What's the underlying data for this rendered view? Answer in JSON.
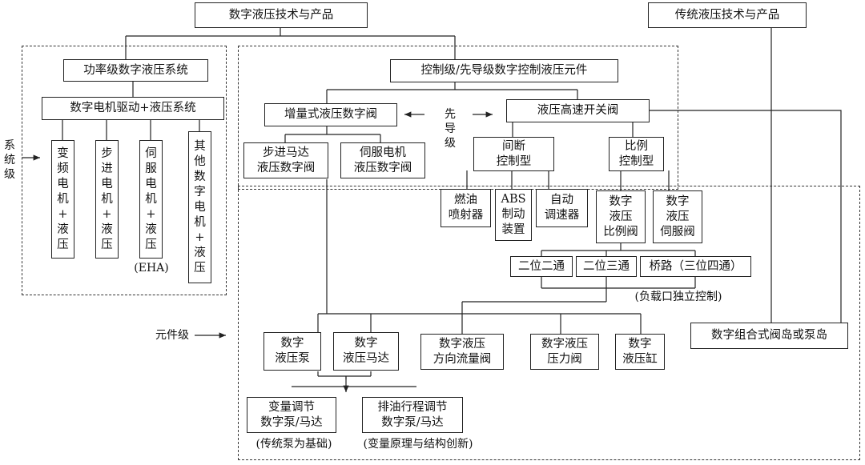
{
  "nodes": {
    "digital_tech": "数字液压技术与产品",
    "traditional_tech": "传统液压技术与产品",
    "power_system": "功率级数字液压系统",
    "motor_drive": "数字电机驱动+液压系统",
    "vfd_motor": "变\n频\n电\n机\n+\n液\n压",
    "stepper_motor": "步\n进\n电\n机\n+\n液\n压",
    "servo_motor": "伺\n服\n电\n机\n+\n液\n压",
    "other_motor": "其\n他\n数\n字\n电\n机\n+\n液\n压",
    "control_level": "控制级/先导级数字控制液压元件",
    "incremental_valve": "增量式液压数字阀",
    "hs_switch_valve": "液压高速开关阀",
    "stepper_valve": "步进马达\n液压数字阀",
    "servo_valve": "伺服电机\n液压数字阀",
    "intermittent": "间断\n控制型",
    "proportional": "比例\n控制型",
    "fuel_injector": "燃油\n喷射器",
    "abs": "ABS\n制动\n装置",
    "auto_governor": "自动\n调速器",
    "dig_prop_valve": "数字\n液压\n比例阀",
    "dig_servo_valve": "数字\n液压\n伺服阀",
    "two_two": "二位二通",
    "two_three": "二位三通",
    "bridge": "桥路（三位四通）",
    "dig_pump": "数字\n液压泵",
    "dig_motor": "数字\n液压马达",
    "dir_flow_valve": "数字液压\n方向流量阀",
    "pressure_valve": "数字液压\n压力阀",
    "cylinder": "数字\n液压缸",
    "valve_island": "数字组合式阀岛或泵岛",
    "var_pump": "变量调节\n数字泵/马达",
    "stroke_pump": "排油行程调节\n数字泵/马达"
  },
  "labels": {
    "system_level": "系\n统\n级",
    "pilot_level": "先\n导\n级",
    "component_level": "元件级",
    "eha": "(EHA)",
    "load_port": "(负载口独立控制)",
    "trad_basis": "(传统泵为基础)",
    "innovation": "(变量原理与结构创新)"
  },
  "arrows": {
    "right": "→",
    "left_arrow": "←"
  }
}
